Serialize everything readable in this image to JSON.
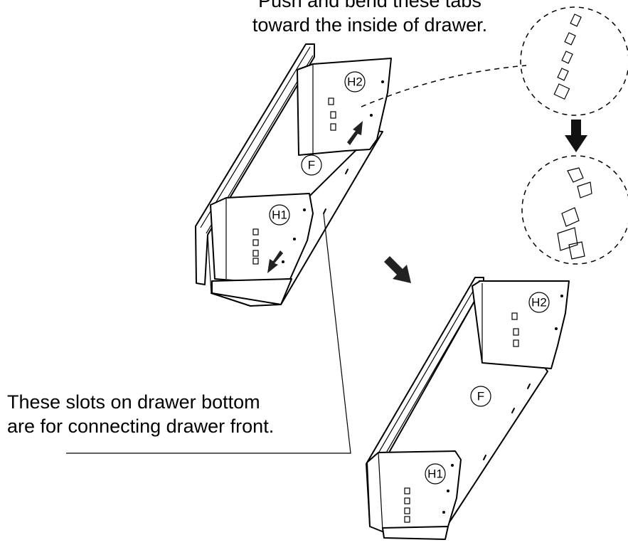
{
  "captions": {
    "top_line1": "Push and bend these tabs",
    "top_line2": "toward the inside of drawer.",
    "bottom_line1": "These slots on drawer bottom",
    "bottom_line2": "are for connecting drawer front."
  },
  "part_labels": {
    "h1": "H1",
    "h2": "H2",
    "f": "F"
  }
}
